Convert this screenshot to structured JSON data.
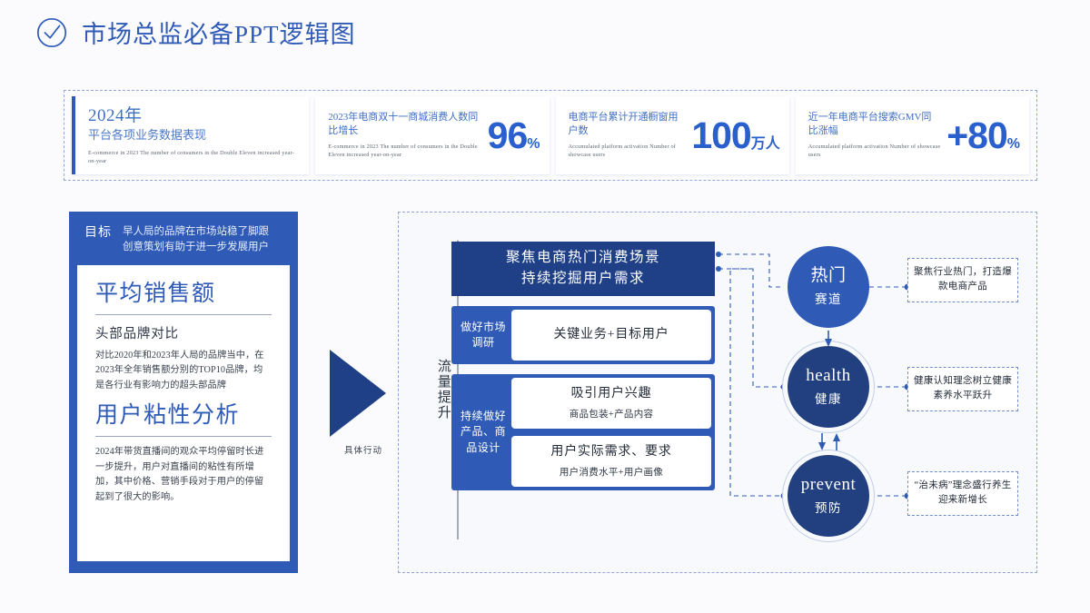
{
  "header": {
    "title": "市场总监必备PPT逻辑图",
    "icon": "check-circle-icon"
  },
  "stats": {
    "cards": [
      {
        "year": "2024年",
        "subtitle_cn": "平台各项业务数据表现",
        "en": "E-commerce in 2023 The number of consumers in the Double Eleven increased year-on-year",
        "number": "",
        "unit": ""
      },
      {
        "title_cn": "2023年电商双十一商城消费人数同比增长",
        "en": "E-commerce in 2023 The number of consumers in the Double Eleven increased year-on-year",
        "number": "96",
        "unit": "%"
      },
      {
        "title_cn": "电商平台累计开通橱窗用户数",
        "en": "Accumulated platform activation Number of showcase users",
        "number": "100",
        "unit": "万人"
      },
      {
        "title_cn": "近一年电商平台搜索GMV同比涨幅",
        "en": "Accumulated platform activation Number of showcase users",
        "number": "+80",
        "unit": "%"
      }
    ]
  },
  "left_panel": {
    "goal_label": "目标",
    "goal_line_1": "早人局的品牌在市场站稳了脚跟",
    "goal_line_2": "创意策划有助于进一步发展用户",
    "section_1": {
      "heading": "平均销售额",
      "subheading": "头部品牌对比",
      "paragraph": "对比2020年和2023年人局的品牌当中，在2023年全年销售额分别的TOP10品牌，均是各行业有影响力的超头部品牌"
    },
    "section_2": {
      "heading": "用户粘性分析",
      "paragraph": "2024年带货直播间的观众平均停留时长进一步提升，用户对直播间的粘性有所增加，其中价格、营销手段对于用户的停留起到了很大的影响。"
    }
  },
  "arrow": {
    "caption": "具体行动"
  },
  "flow": {
    "axis_label": "流量提升",
    "header_line_1": "聚焦电商热门消费场景",
    "header_line_2": "持续挖掘用户需求",
    "rows": [
      {
        "side_label": "做好市场调研",
        "cells": [
          {
            "main": "关键业务+目标用户",
            "sub": ""
          }
        ]
      },
      {
        "side_label": "持续做好产品、商品设计",
        "cells": [
          {
            "main": "吸引用户兴趣",
            "sub": "商品包装+产品内容"
          },
          {
            "main": "用户实际需求、要求",
            "sub": "用户消费水平+用户画像"
          }
        ]
      }
    ],
    "circles": [
      {
        "en": "热门",
        "cn": "赛道",
        "color": "#2f5bb7"
      },
      {
        "en": "health",
        "cn": "健康",
        "color": "#22407f"
      },
      {
        "en": "prevent",
        "cn": "预防",
        "color": "#22407f"
      }
    ],
    "notes": [
      "聚焦行业热门，打造爆款电商产品",
      "健康认知理念树立健康素养水平跃升",
      "“治未病”理念盛行养生迎来新增长"
    ]
  },
  "colors": {
    "brand_blue": "#2f5bb7",
    "deep_navy": "#1f3f87",
    "accent_number": "#2a5fce",
    "dashed_border": "#8ea7d8"
  }
}
